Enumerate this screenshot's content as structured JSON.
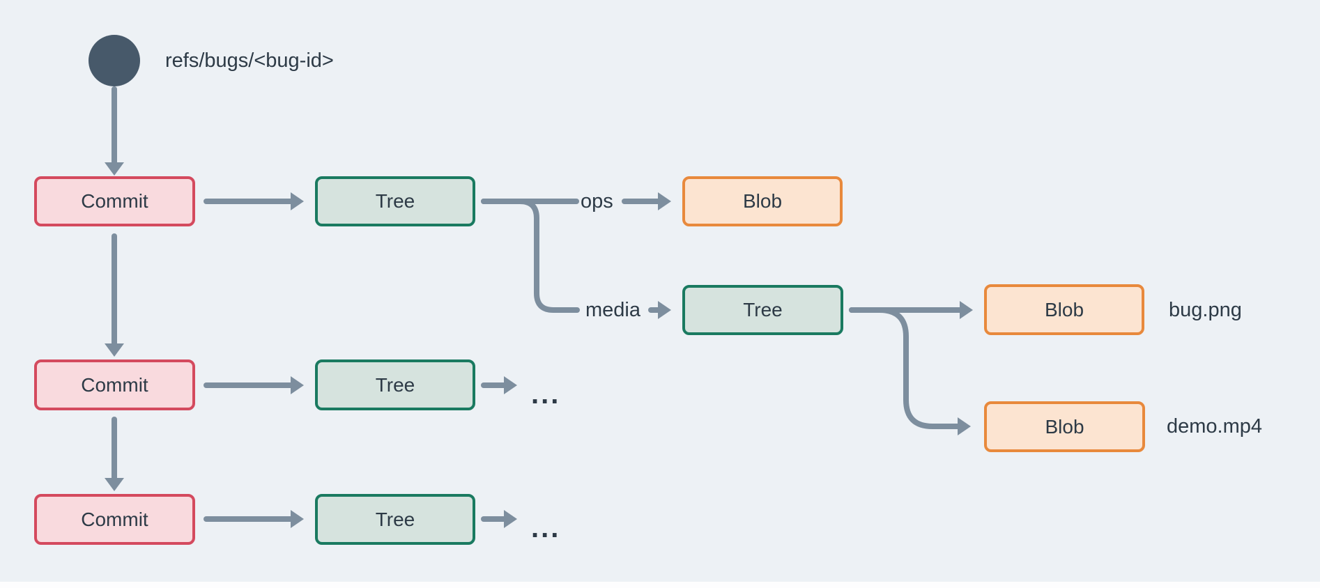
{
  "labels": {
    "ref": "refs/bugs/<bug-id>",
    "commit": "Commit",
    "tree": "Tree",
    "blob": "Blob",
    "ops": "ops",
    "media": "media",
    "file_bug": "bug.png",
    "file_demo": "demo.mp4",
    "more": "..."
  },
  "colors": {
    "background": "#edf1f5",
    "connector": "#7d8e9e",
    "ref_circle": "#47596a",
    "commit_fill": "#f9dade",
    "commit_border": "#d44a5e",
    "tree_fill": "#d6e3de",
    "tree_border": "#1a7a60",
    "blob_fill": "#fce4d1",
    "blob_border": "#e8893c",
    "text": "#2d3a46"
  },
  "structure": {
    "nodes": [
      {
        "id": "ref",
        "type": "ref",
        "label": "refs/bugs/<bug-id>"
      },
      {
        "id": "commit1",
        "type": "commit",
        "label": "Commit"
      },
      {
        "id": "commit2",
        "type": "commit",
        "label": "Commit"
      },
      {
        "id": "commit3",
        "type": "commit",
        "label": "Commit"
      },
      {
        "id": "tree1",
        "type": "tree",
        "label": "Tree"
      },
      {
        "id": "tree2",
        "type": "tree",
        "label": "Tree"
      },
      {
        "id": "tree3",
        "type": "tree",
        "label": "Tree"
      },
      {
        "id": "tree_media",
        "type": "tree",
        "label": "Tree"
      },
      {
        "id": "blob_ops",
        "type": "blob",
        "label": "Blob"
      },
      {
        "id": "blob_bug",
        "type": "blob",
        "label": "Blob",
        "file": "bug.png"
      },
      {
        "id": "blob_demo",
        "type": "blob",
        "label": "Blob",
        "file": "demo.mp4"
      }
    ],
    "edges": [
      {
        "from": "ref",
        "to": "commit1"
      },
      {
        "from": "commit1",
        "to": "commit2"
      },
      {
        "from": "commit2",
        "to": "commit3"
      },
      {
        "from": "commit1",
        "to": "tree1"
      },
      {
        "from": "commit2",
        "to": "tree2"
      },
      {
        "from": "commit3",
        "to": "tree3"
      },
      {
        "from": "tree1",
        "to": "blob_ops",
        "label": "ops"
      },
      {
        "from": "tree1",
        "to": "tree_media",
        "label": "media"
      },
      {
        "from": "tree_media",
        "to": "blob_bug"
      },
      {
        "from": "tree_media",
        "to": "blob_demo"
      },
      {
        "from": "tree2",
        "to": "..."
      },
      {
        "from": "tree3",
        "to": "..."
      }
    ]
  }
}
